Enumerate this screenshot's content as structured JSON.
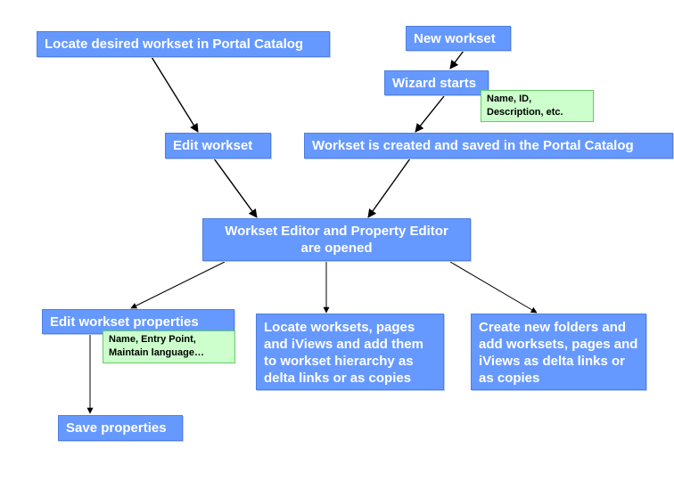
{
  "nodes": {
    "locate_workset": "Locate desired workset in Portal Catalog",
    "new_workset": "New workset",
    "wizard_starts": "Wizard starts",
    "wizard_note": "Name, ID, Description, etc.",
    "edit_workset": "Edit workset",
    "workset_created": "Workset is created and saved in the Portal Catalog",
    "editors_opened": "Workset Editor and Property Editor are opened",
    "edit_properties": "Edit workset properties",
    "properties_note": "Name, Entry Point, Maintain language…",
    "save_properties": "Save properties",
    "locate_pages": "Locate worksets, pages and iViews and add them to workset hierarchy as delta links or as copies",
    "create_folders": "Create new folders and add worksets, pages and iViews as delta links or as copies"
  },
  "colors": {
    "box_fill": "#6699ff",
    "box_text": "#ffffff",
    "note_fill": "#ccffcc",
    "note_border": "#66cc66",
    "arrow": "#000000"
  }
}
